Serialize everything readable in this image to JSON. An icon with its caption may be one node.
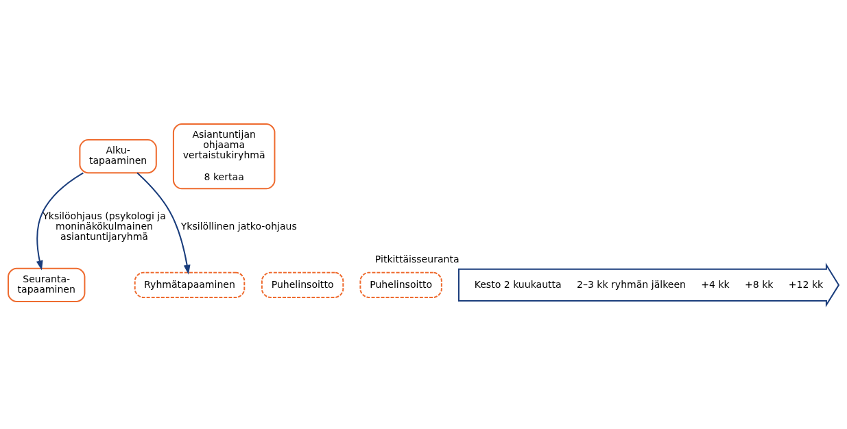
{
  "diagram": {
    "nodes": [
      {
        "text": [
          "Alku- tapaaminen"
        ]
      },
      {
        "text": [
          "Asiantuntijan ohjaama vertaistukiryhmä",
          "8 kertaa"
        ]
      },
      {
        "text": [
          "Seuranta- tapaaminen"
        ]
      },
      {
        "text": [
          "Ryhmätapaaminen"
        ]
      },
      {
        "text": [
          "Puhelinsoitto"
        ]
      },
      {
        "text": [
          "Puhelinsoitto"
        ]
      },
      {
        "text": [
          "Kesto 2 kuukautta",
          "2–3 kk ryhmän jälkeen",
          "+4 kk",
          "+8 kk",
          "+12 kk"
        ],
        "beside": [
          "Pitkittäisseuranta"
        ]
      }
    ],
    "edges": [
      {
        "from": 0,
        "to": 3,
        "arrow": "to",
        "label": "Yksilöllinen jatko-ohjaus"
      },
      {
        "from": 0,
        "to": 2,
        "arrow": "to",
        "label": "Yksilöohjaus (psykologi ja moninäkökulmainen asiantuntijaryhmä"
      }
    ]
  }
}
